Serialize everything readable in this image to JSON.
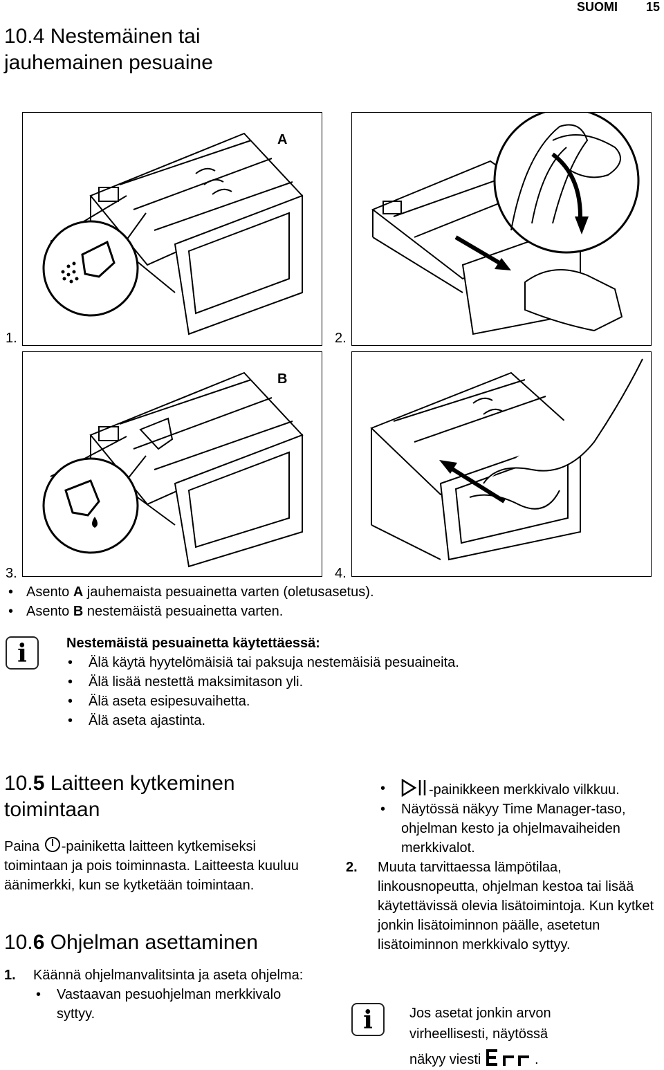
{
  "header": {
    "language": "SUOMI",
    "page_number": "15"
  },
  "section_10_4": {
    "number": "10.4",
    "title": "Nestemäinen tai jauhemainen pesuaine"
  },
  "figures": [
    {
      "step": "1.",
      "label": "A"
    },
    {
      "step": "2.",
      "label": ""
    },
    {
      "step": "3.",
      "label": "B"
    },
    {
      "step": "4.",
      "label": ""
    }
  ],
  "positions": [
    {
      "prefix": "Asento ",
      "key": "A",
      "text": " jauhemaista pesuainetta varten (oletusasetus)."
    },
    {
      "prefix": "Asento ",
      "key": "B",
      "text": " nestemäistä pesuainetta varten."
    }
  ],
  "note_liquid": {
    "heading": "Nestemäistä pesuainetta käytettäessä:",
    "items": [
      "Älä käytä hyytelömäisiä tai paksuja nestemäisiä pesuaineita.",
      "Älä lisää nestettä maksimitason yli.",
      "Älä aseta esipesuvaihetta.",
      "Älä aseta ajastinta."
    ]
  },
  "section_10_5": {
    "number": "10.",
    "number_bold": "5",
    "title_line1": " Laitteen kytkeminen",
    "title_line2": "toimintaan",
    "para_before_icon": "Paina ",
    "para_after_icon": "-painiketta laitteen kytkemiseksi toimintaan ja pois toiminnasta. Laitteesta kuuluu äänimerkki, kun se kytketään toimintaan."
  },
  "section_10_6": {
    "number": "10.",
    "number_bold": "6",
    "title": " Ohjelman asettaminen",
    "step1_num": "1.",
    "step1_text": "Käännä ohjelmanvalitsinta ja aseta ohjelma:",
    "step1_bullet": "Vastaavan pesuohjelman merkkivalo syttyy."
  },
  "right_col": {
    "bullet1_after_icon": "-painikkeen merkkivalo vilkkuu.",
    "bullet2": "Näytössä näkyy Time Manager-taso, ohjelman kesto ja ohjelmavaiheiden merkkivalot.",
    "step2_num": "2.",
    "step2_text": "Muuta tarvittaessa lämpötilaa, linkousnopeutta, ohjelman kestoa tai lisää käytettävissä olevia lisätoimintoja. Kun kytket jonkin lisätoiminnon päälle, asetetun lisätoiminnon merkkivalo syttyy.",
    "note_line1": "Jos asetat jonkin arvon",
    "note_line2": "virheellisesti, näytössä",
    "note_line3_prefix": "näkyy viesti ",
    "note_line3_suffix": "."
  },
  "icons": [
    "info-icon",
    "power-icon",
    "start-pause-icon",
    "err-display-icon",
    "powder-detergent-icon",
    "liquid-detergent-icon",
    "arrow-icon",
    "hand-icon"
  ]
}
